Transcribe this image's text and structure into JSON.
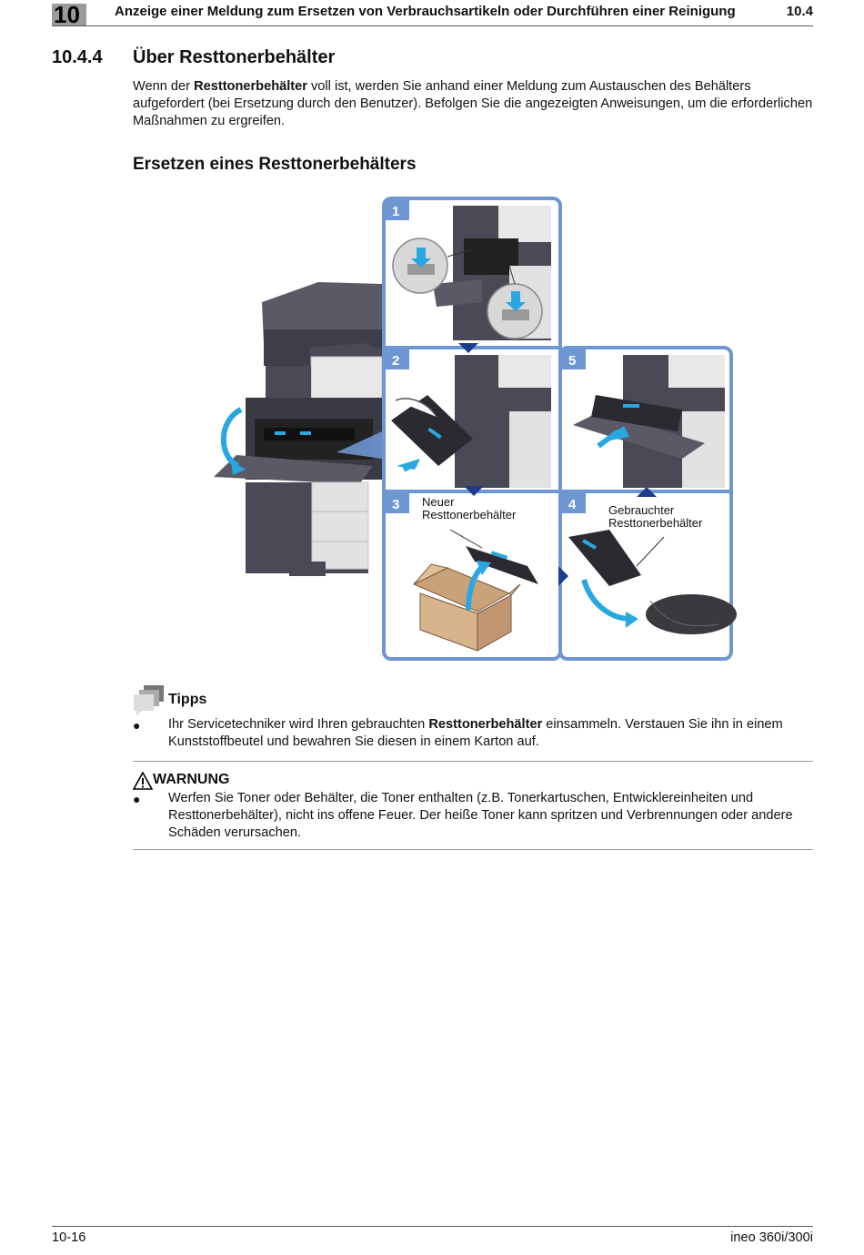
{
  "header": {
    "chapter_number": "10",
    "title": "Anzeige einer Meldung zum Ersetzen von Verbrauchsartikeln oder Durchführen einer Reinigung",
    "section_number": "10.4"
  },
  "section": {
    "number": "10.4.4",
    "title": "Über Resttonerbehälter",
    "intro_before": "Wenn der ",
    "intro_bold": "Resttonerbehälter",
    "intro_after": " voll ist, werden Sie anhand einer Meldung zum Austauschen des Behälters aufgefordert (bei Ersetzung durch den Benutzer). Befolgen Sie die angezeigten Anweisungen, um die erforderlichen Maßnahmen zu ergreifen."
  },
  "subsection": {
    "title": "Ersetzen eines Resttonerbehälters"
  },
  "figure": {
    "steps": [
      "1",
      "2",
      "3",
      "4",
      "5"
    ],
    "label_new_line1": "Neuer",
    "label_new_line2": "Resttonerbehälter",
    "label_used_line1": "Gebrauchter",
    "label_used_line2": "Resttonerbehälter",
    "colors": {
      "frame": "#6e96d2",
      "arrow_dark": "#1e3c8c",
      "accent_blue": "#2aa7e0",
      "machine_dark": "#4a4a56",
      "machine_light": "#e8e8e8",
      "box": "#c9a27a"
    }
  },
  "tips": {
    "title": "Tipps",
    "bullet": "●",
    "text_before": "Ihr Servicetechniker wird Ihren gebrauchten ",
    "text_bold": "Resttonerbehälter",
    "text_after": " einsammeln. Verstauen Sie ihn in einem Kunststoffbeutel und bewahren Sie diesen in einem Karton auf."
  },
  "warning": {
    "title": "WARNUNG",
    "bullet": "●",
    "text": "Werfen Sie Toner oder Behälter, die Toner enthalten (z.B. Tonerkartuschen, Entwicklereinheiten und Resttonerbehälter), nicht ins offene Feuer. Der heiße Toner kann spritzen und Verbrennungen oder andere Schäden verursachen."
  },
  "footer": {
    "page": "10-16",
    "model": "ineo 360i/300i"
  }
}
